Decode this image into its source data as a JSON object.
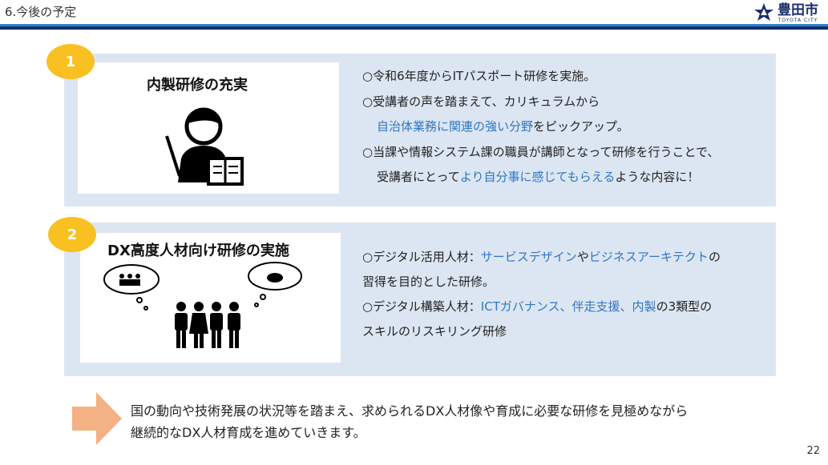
{
  "header": {
    "title": "6.今後の予定",
    "logo_text": "豊田市",
    "logo_sub": "TOYOTA CITY"
  },
  "section1": {
    "badge": "1",
    "title": "内製研修の充実",
    "lines": [
      [
        {
          "t": "○令和6年度からITパスポート研修を実施。"
        }
      ],
      [
        {
          "t": "○受講者の声を踏まえて、カリキュラムから"
        }
      ],
      [
        {
          "t": "自治体業務に関連の強い分野",
          "blue": true
        },
        {
          "t": "をピックアップ。"
        }
      ],
      [
        {
          "t": "○当課や情報システム課の職員が講師となって研修を行うことで、"
        }
      ],
      [
        {
          "t": "受講者にとって"
        },
        {
          "t": "より自分事に感じてもらえる",
          "blue": true
        },
        {
          "t": "ような内容に！"
        }
      ]
    ]
  },
  "section2": {
    "badge": "2",
    "title": "DX高度人材向け研修の実施",
    "lines": [
      [
        {
          "t": "○デジタル活用人材："
        },
        {
          "t": "サービスデザイン",
          "blue": true
        },
        {
          "t": "や"
        },
        {
          "t": "ビジネスアーキテクト",
          "blue": true
        },
        {
          "t": "の"
        }
      ],
      [
        {
          "t": "習得を目的とした研修。"
        }
      ],
      [
        {
          "t": "○デジタル構築人材："
        },
        {
          "t": "ICTガバナンス、伴走支援、内製",
          "blue": true
        },
        {
          "t": "の3類型の"
        }
      ],
      [
        {
          "t": "スキルのリスキリング研修"
        }
      ]
    ]
  },
  "conclusion": [
    "国の動向や技術発展の状況等を踏まえ、求められるDX人材像や育成に必要な研修を見極めながら",
    "継続的なDX人材育成を進めていきます。"
  ],
  "page_number": "22",
  "colors": {
    "panel": "#dce6f2",
    "badge": "#f9c021",
    "accent_text": "#2f75c4",
    "arrow": "#f4b183",
    "navy": "#13306b"
  }
}
